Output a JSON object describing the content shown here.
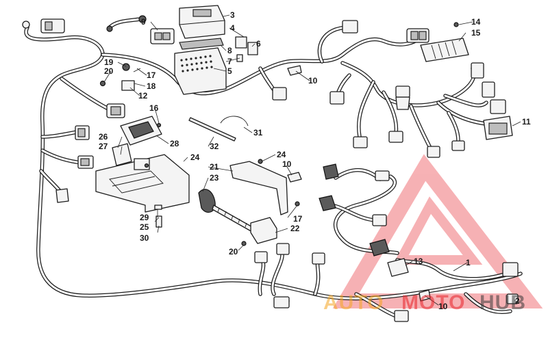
{
  "callouts": [
    {
      "id": "c1",
      "label": "1"
    },
    {
      "id": "c2",
      "label": "2"
    },
    {
      "id": "c3",
      "label": "3"
    },
    {
      "id": "c4",
      "label": "4"
    },
    {
      "id": "c5",
      "label": "5"
    },
    {
      "id": "c6",
      "label": "6"
    },
    {
      "id": "c7",
      "label": "7"
    },
    {
      "id": "c8",
      "label": "8"
    },
    {
      "id": "c9",
      "label": "9"
    },
    {
      "id": "c10a",
      "label": "10"
    },
    {
      "id": "c10b",
      "label": "10"
    },
    {
      "id": "c10c",
      "label": "10"
    },
    {
      "id": "c11",
      "label": "11"
    },
    {
      "id": "c12",
      "label": "12"
    },
    {
      "id": "c13",
      "label": "13"
    },
    {
      "id": "c14",
      "label": "14"
    },
    {
      "id": "c15",
      "label": "15"
    },
    {
      "id": "c16",
      "label": "16"
    },
    {
      "id": "c17a",
      "label": "17"
    },
    {
      "id": "c17b",
      "label": "17"
    },
    {
      "id": "c18",
      "label": "18"
    },
    {
      "id": "c19",
      "label": "19"
    },
    {
      "id": "c20a",
      "label": "20"
    },
    {
      "id": "c20b",
      "label": "20"
    },
    {
      "id": "c21",
      "label": "21"
    },
    {
      "id": "c22",
      "label": "22"
    },
    {
      "id": "c23",
      "label": "23"
    },
    {
      "id": "c24a",
      "label": "24"
    },
    {
      "id": "c24b",
      "label": "24"
    },
    {
      "id": "c25",
      "label": "25"
    },
    {
      "id": "c26",
      "label": "26"
    },
    {
      "id": "c27",
      "label": "27"
    },
    {
      "id": "c28",
      "label": "28"
    },
    {
      "id": "c29",
      "label": "29"
    },
    {
      "id": "c30",
      "label": "30"
    },
    {
      "id": "c31",
      "label": "31"
    },
    {
      "id": "c32",
      "label": "32"
    }
  ],
  "watermark": {
    "text_part1": "AUTO",
    "text_part2": "MOTO",
    "text_part3": "HUB",
    "color_red": "#e8222a",
    "color_orange": "#f5a623",
    "color_dark": "#3a3a3a"
  }
}
